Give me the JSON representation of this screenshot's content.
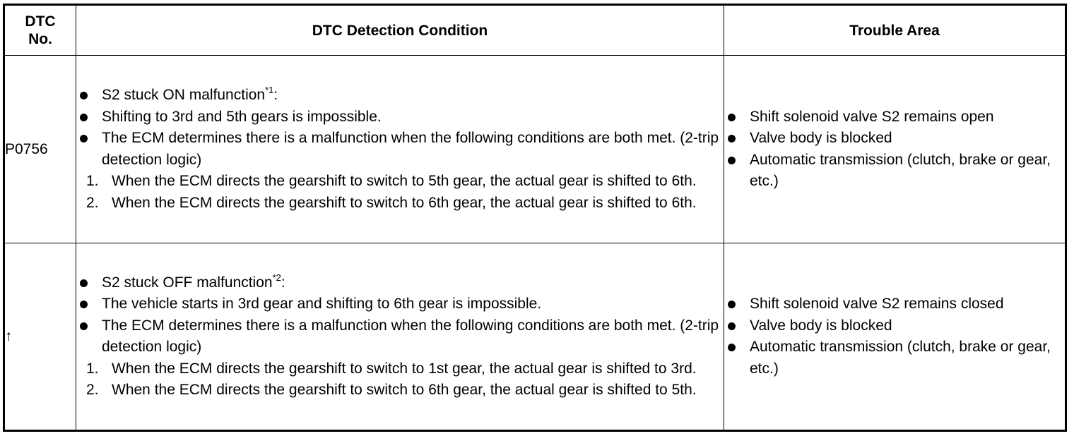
{
  "headers": {
    "dtc_no": "DTC No.",
    "condition": "DTC Detection Condition",
    "trouble_area": "Trouble Area"
  },
  "rows": [
    {
      "code": "P0756",
      "conditions": [
        {
          "text": "S2 stuck ON malfunction",
          "note": "*1",
          "suffix": ":"
        },
        {
          "text": "Shifting to 3rd and 5th gears is impossible."
        },
        {
          "text": "The ECM determines there is a malfunction when the following conditions are both met. (2-trip detection logic)"
        }
      ],
      "subconditions": [
        {
          "num": "1.",
          "text": "When the ECM directs the gearshift to switch to 5th gear, the actual gear is shifted to 6th."
        },
        {
          "num": "2.",
          "text": "When the ECM directs the gearshift to switch to 6th gear, the actual gear is shifted to 6th."
        }
      ],
      "trouble_areas": [
        "Shift solenoid valve S2 remains open",
        "Valve body is blocked",
        "Automatic transmission (clutch, brake or gear, etc.)"
      ]
    },
    {
      "code": "↑",
      "conditions": [
        {
          "text": "S2 stuck OFF malfunction",
          "note": "*2",
          "suffix": ":"
        },
        {
          "text": "The vehicle starts in 3rd gear and shifting to 6th gear is impossible."
        },
        {
          "text": "The ECM determines there is a malfunction when the following conditions are both met. (2-trip detection logic)"
        }
      ],
      "subconditions": [
        {
          "num": "1.",
          "text": "When the ECM directs the gearshift to switch to 1st gear, the actual gear is shifted to 3rd."
        },
        {
          "num": "2.",
          "text": "When the ECM directs the gearshift to switch to 6th gear, the actual gear is shifted to 5th."
        }
      ],
      "trouble_areas": [
        "Shift solenoid valve S2 remains closed",
        "Valve body is blocked",
        "Automatic transmission (clutch, brake or gear, etc.)"
      ]
    }
  ]
}
